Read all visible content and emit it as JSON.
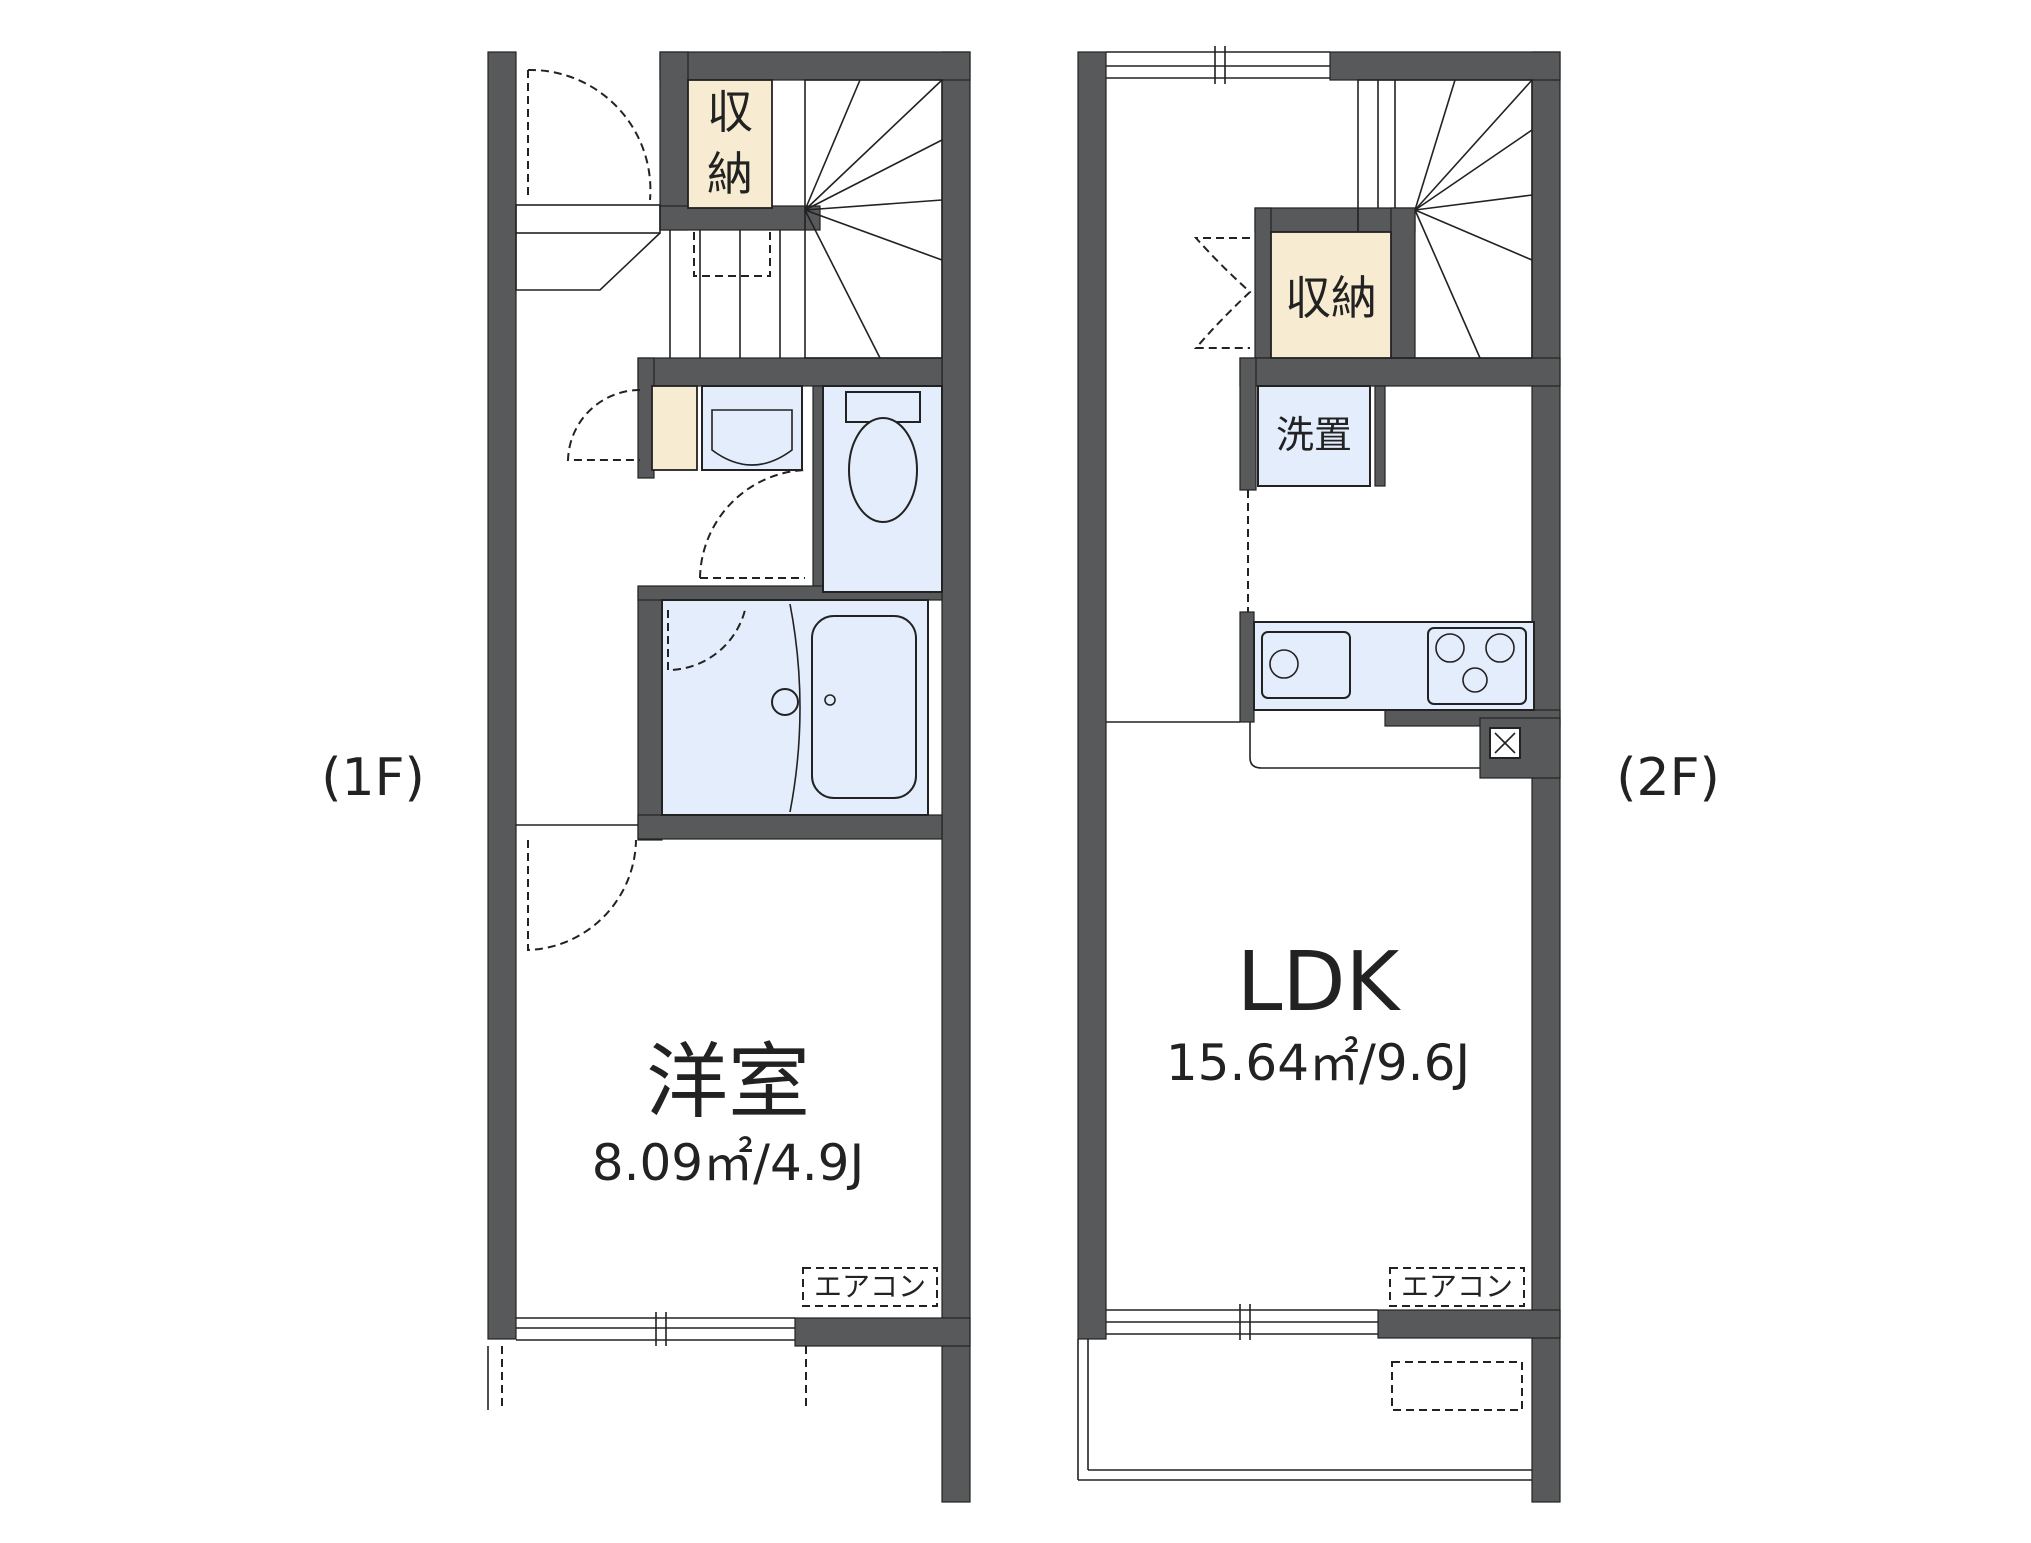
{
  "floor_1": {
    "label": "(1F)",
    "room_name": "洋室",
    "room_area": "8.09㎡/4.9J",
    "storage_top": "収\n納",
    "aircon": "エアコン"
  },
  "floor_2": {
    "label": "(2F)",
    "room_name": "LDK",
    "room_area": "15.64㎡/9.6J",
    "storage": "収納",
    "washer": "洗置",
    "aircon": "エアコン"
  },
  "colors": {
    "wall": "#58595b",
    "wet_area": "#e3edfb",
    "storage": "#f7ebd2"
  }
}
